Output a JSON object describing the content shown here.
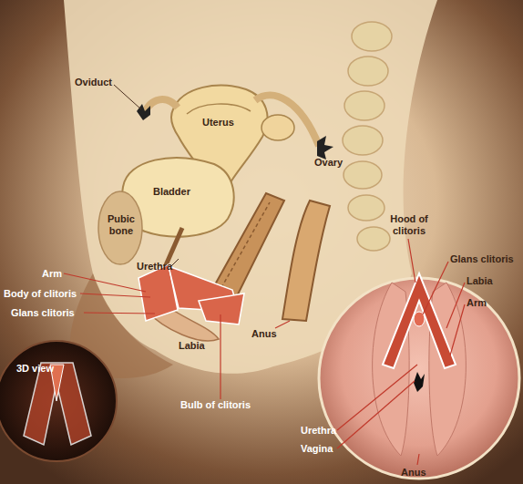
{
  "diagram": {
    "nodes": [
      {
        "text": [
          "3D view"
        ]
      }
    ],
    "labels": [
      "Oviduct",
      "Uterus",
      "Ovary",
      "Bladder",
      "Pubic bone",
      "Urethra",
      "Arm",
      "Body of clitoris",
      "Glans clitoris",
      "Labia",
      "Anus",
      "Bulb of clitoris",
      "Hood of clitoris",
      "Glans clitoris",
      "Labia",
      "Arm",
      "Urethra",
      "Vagina",
      "Anus"
    ]
  }
}
